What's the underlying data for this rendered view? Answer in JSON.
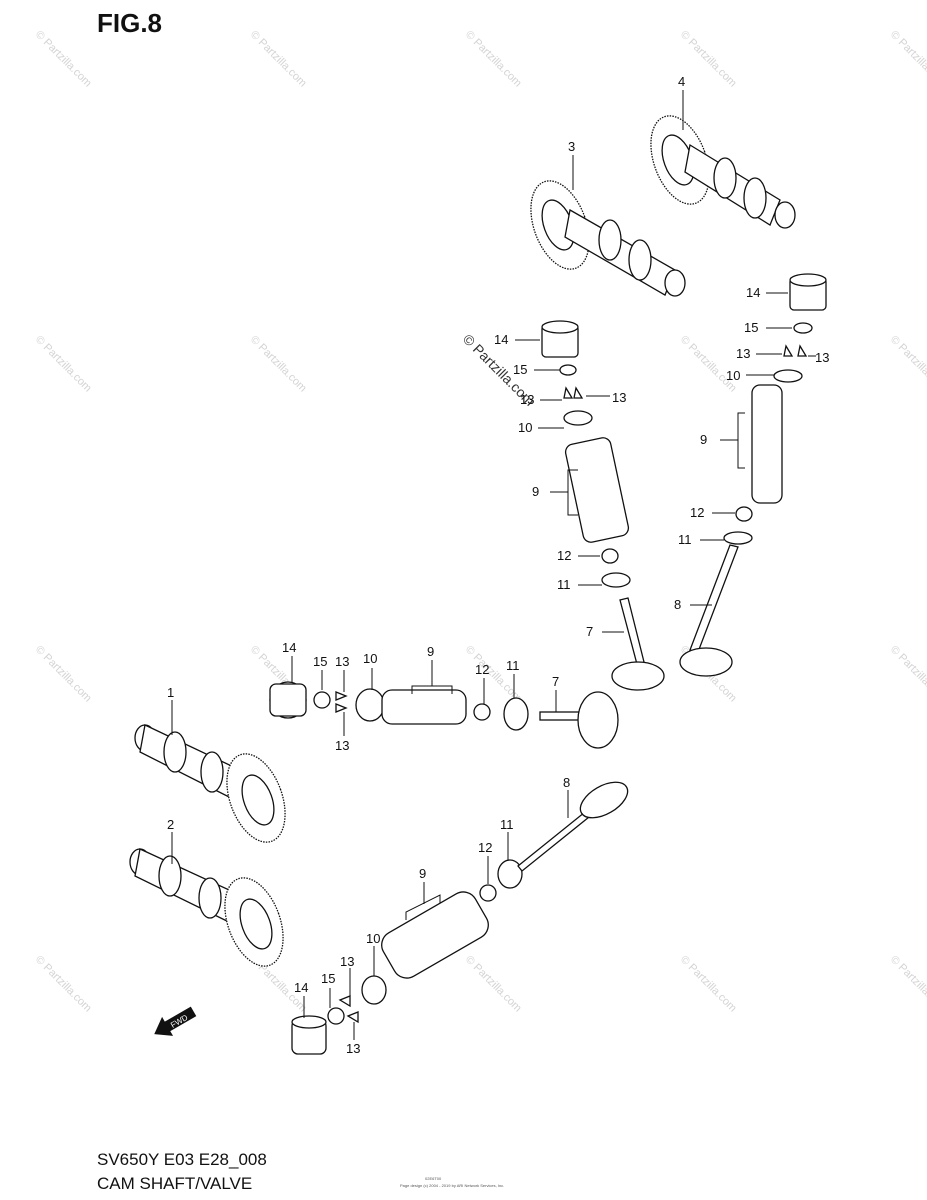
{
  "header": {
    "figure_label": "FIG.8"
  },
  "footer": {
    "model_code": "SV650Y E03 E28_008",
    "section_name": "CAM SHAFT/VALVE",
    "tiny_code": "02E6T00",
    "tiny_credit": "Page design (c) 2004 - 2019 by ARI Network Services, Inc."
  },
  "watermarks": {
    "site": "© Partzilla.com",
    "center_stamp": "© Partzilla.com"
  },
  "fwd_arrow": {
    "label": "FWD"
  },
  "callouts": {
    "n1": "1",
    "n2": "2",
    "n3": "3",
    "n4": "4",
    "n7": "7",
    "n8": "8",
    "n9": "9",
    "n10": "10",
    "n11": "11",
    "n12": "12",
    "n13": "13",
    "n14": "14",
    "n15": "15"
  },
  "colors": {
    "ink": "#111111",
    "watermark": "#d4d4d4",
    "background": "#ffffff"
  }
}
